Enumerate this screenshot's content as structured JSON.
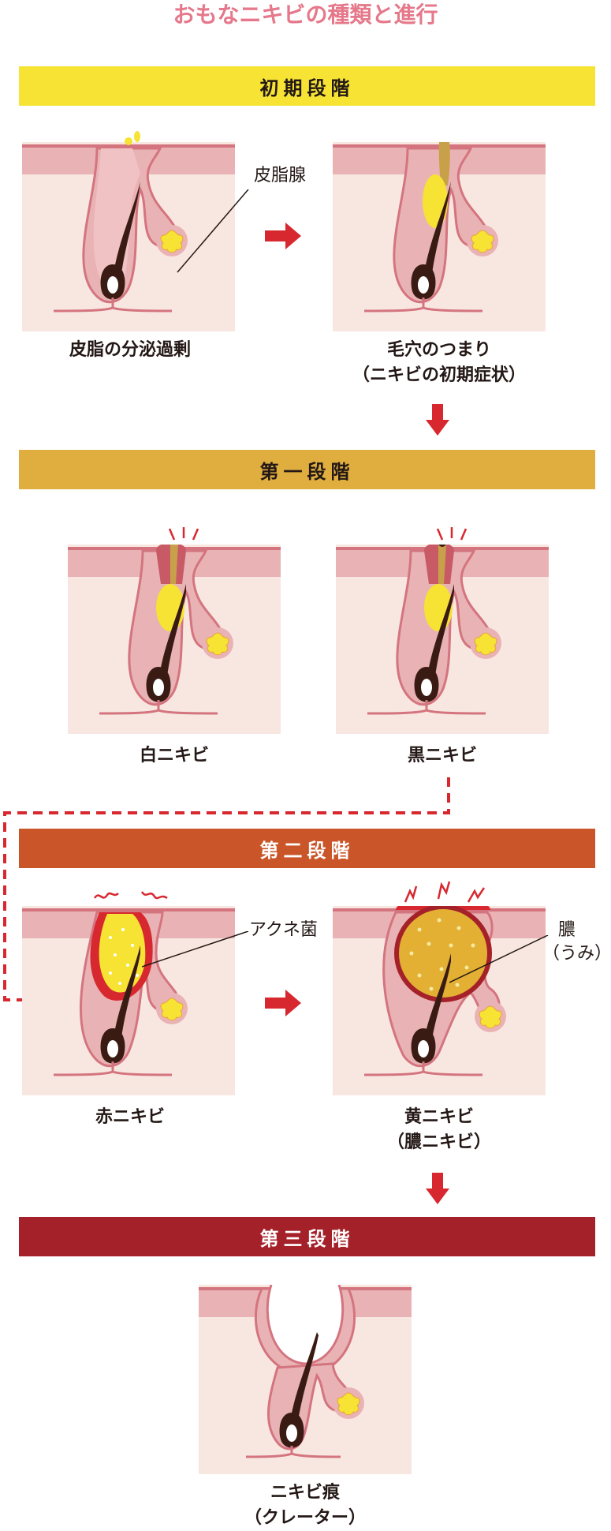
{
  "title": "おもなニキビの種類と進行",
  "colors": {
    "band_initial": "#f6e334",
    "band_first": "#dfae3f",
    "band_second": "#c95528",
    "band_third": "#a52129",
    "arrow": "#d7282f",
    "skin_light": "#f8e7e1",
    "skin_pink": "#e9b3b5",
    "skin_line": "#d4747f",
    "sebum": "#f6e334",
    "pus": "#e3b034",
    "hair": "#3a1b14"
  },
  "stages": {
    "initial": {
      "label": "初期段階",
      "steps": [
        {
          "caption": [
            "皮脂の分泌過剰"
          ],
          "callout": "皮脂腺"
        },
        {
          "caption": [
            "毛穴のつまり",
            "（ニキビの初期症状）"
          ]
        }
      ]
    },
    "first": {
      "label": "第一段階",
      "steps": [
        {
          "caption": [
            "白ニキビ"
          ]
        },
        {
          "caption": [
            "黒ニキビ"
          ]
        }
      ]
    },
    "second": {
      "label": "第二段階",
      "steps": [
        {
          "caption": [
            "赤ニキビ"
          ],
          "callout": "アクネ菌"
        },
        {
          "caption": [
            "黄ニキビ",
            "（膿ニキビ）"
          ],
          "callout": [
            "膿",
            "（うみ）"
          ]
        }
      ]
    },
    "third": {
      "label": "第三段階",
      "steps": [
        {
          "caption": [
            "ニキビ痕",
            "（クレーター）"
          ]
        }
      ]
    }
  }
}
